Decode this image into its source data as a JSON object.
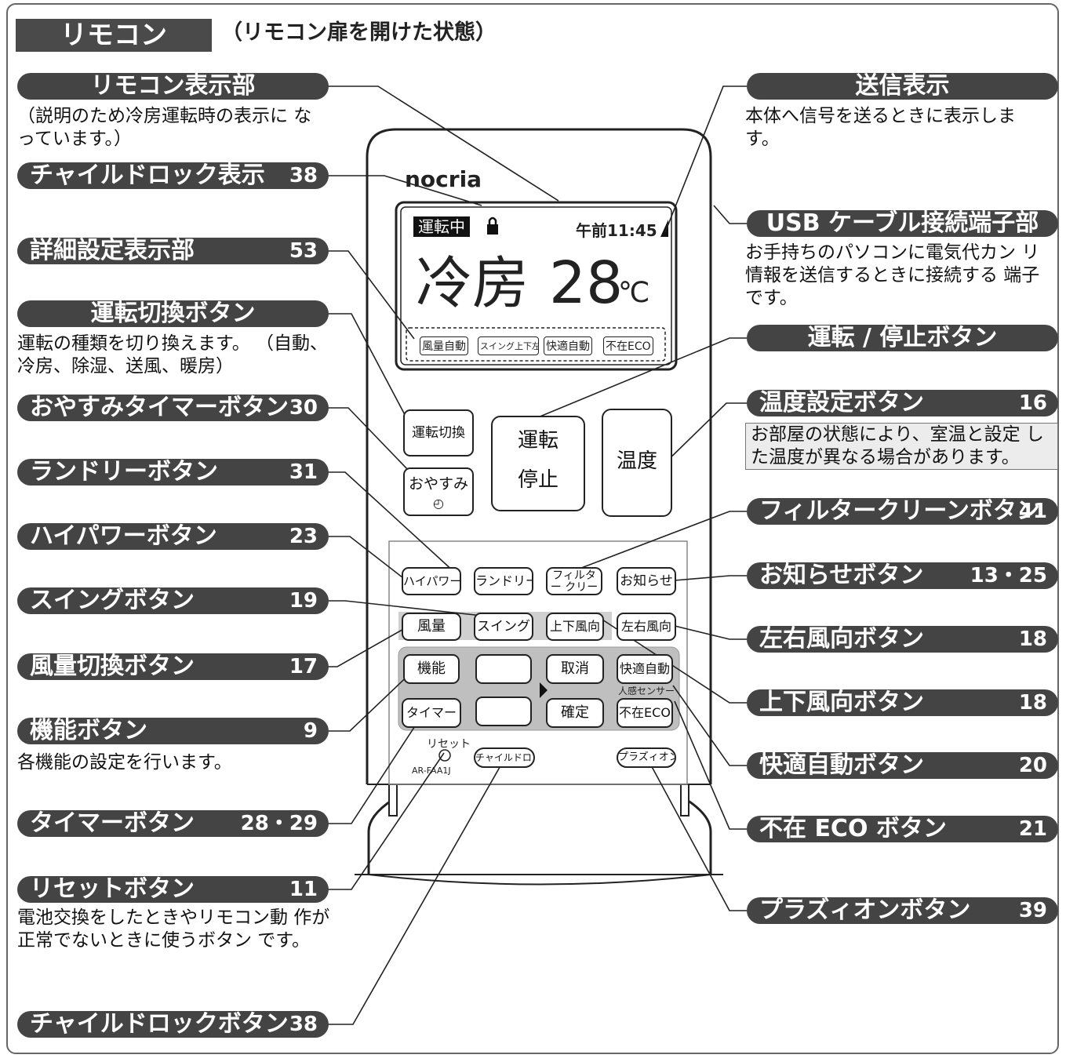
{
  "heading": {
    "title": "リモコン",
    "note": "（リモコン扉を開けた状態）"
  },
  "remote": {
    "brand": "nocria",
    "screen": {
      "status": "運転中",
      "time": "午前11:45",
      "mode": "冷房",
      "temp": "28",
      "unit": "℃",
      "indicators": [
        "風量自動",
        "スイング上下左右",
        "快適自動",
        "不在ECO"
      ]
    },
    "buttons": {
      "mode_switch": "運転切換",
      "sleep": "おやすみ",
      "run": "運転",
      "stop": "停止",
      "temp": "温度",
      "hipower": "ハイパワー",
      "laundry": "ランドリー",
      "filter": "フィルター クリーン",
      "notice": "お知らせ",
      "fan": "風量",
      "swing": "スイング",
      "updown": "上下風向",
      "leftright": "左右風向",
      "function": "機能",
      "cancel": "取消",
      "confirm": "確定",
      "comfort": "快適自動",
      "sensor_label": "人感センサー",
      "absence": "不在ECO",
      "timer": "タイマー",
      "reset_label": "リセット",
      "model": "AR-FAA1J",
      "childlock": "チャイルドロック",
      "plasion": "プラズィオン"
    }
  },
  "labels_left": [
    {
      "text": "リモコン表示部",
      "page": "",
      "desc": "（説明のため冷房運転時の表示に なっています。）"
    },
    {
      "text": "チャイルドロック表示",
      "page": "38",
      "desc": ""
    },
    {
      "text": "詳細設定表示部",
      "page": "53",
      "desc": ""
    },
    {
      "text": "運転切換ボタン",
      "page": "",
      "desc": "運転の種類を切り換えます。 （自動、冷房、除湿、送風、暖房）"
    },
    {
      "text": "おやすみタイマーボタン",
      "page": "30",
      "desc": ""
    },
    {
      "text": "ランドリーボタン",
      "page": "31",
      "desc": ""
    },
    {
      "text": "ハイパワーボタン",
      "page": "23",
      "desc": ""
    },
    {
      "text": "スイングボタン",
      "page": "19",
      "desc": ""
    },
    {
      "text": "風量切換ボタン",
      "page": "17",
      "desc": ""
    },
    {
      "text": "機能ボタン",
      "page": "9",
      "desc": "各機能の設定を行います。"
    },
    {
      "text": "タイマーボタン",
      "page": "28・29",
      "desc": ""
    },
    {
      "text": "リセットボタン",
      "page": "11",
      "desc": "電池交換をしたときやリモコン動 作が正常でないときに使うボタン です。"
    },
    {
      "text": "チャイルドロックボタン",
      "page": "38",
      "desc": ""
    }
  ],
  "labels_right": [
    {
      "text": "送信表示",
      "page": "",
      "desc": "本体へ信号を送るときに表示しま す。"
    },
    {
      "text": "USB ケーブル接続端子部",
      "page": "",
      "desc": "お手持ちのパソコンに電気代カン リ情報を送信するときに接続する 端子です。"
    },
    {
      "text": "運転 / 停止ボタン",
      "page": "",
      "desc": ""
    },
    {
      "text": "温度設定ボタン",
      "page": "16",
      "desc": "お部屋の状態により、室温と設定 した温度が異なる場合があります。"
    },
    {
      "text": "フィルタークリーンボタン",
      "page": "41",
      "desc": ""
    },
    {
      "text": "お知らせボタン",
      "page": "13・25",
      "desc": ""
    },
    {
      "text": "左右風向ボタン",
      "page": "18",
      "desc": ""
    },
    {
      "text": "上下風向ボタン",
      "page": "18",
      "desc": ""
    },
    {
      "text": "快適自動ボタン",
      "page": "20",
      "desc": ""
    },
    {
      "text": "不在 ECO ボタン",
      "page": "21",
      "desc": ""
    },
    {
      "text": "プラズィオンボタン",
      "page": "39",
      "desc": ""
    }
  ]
}
